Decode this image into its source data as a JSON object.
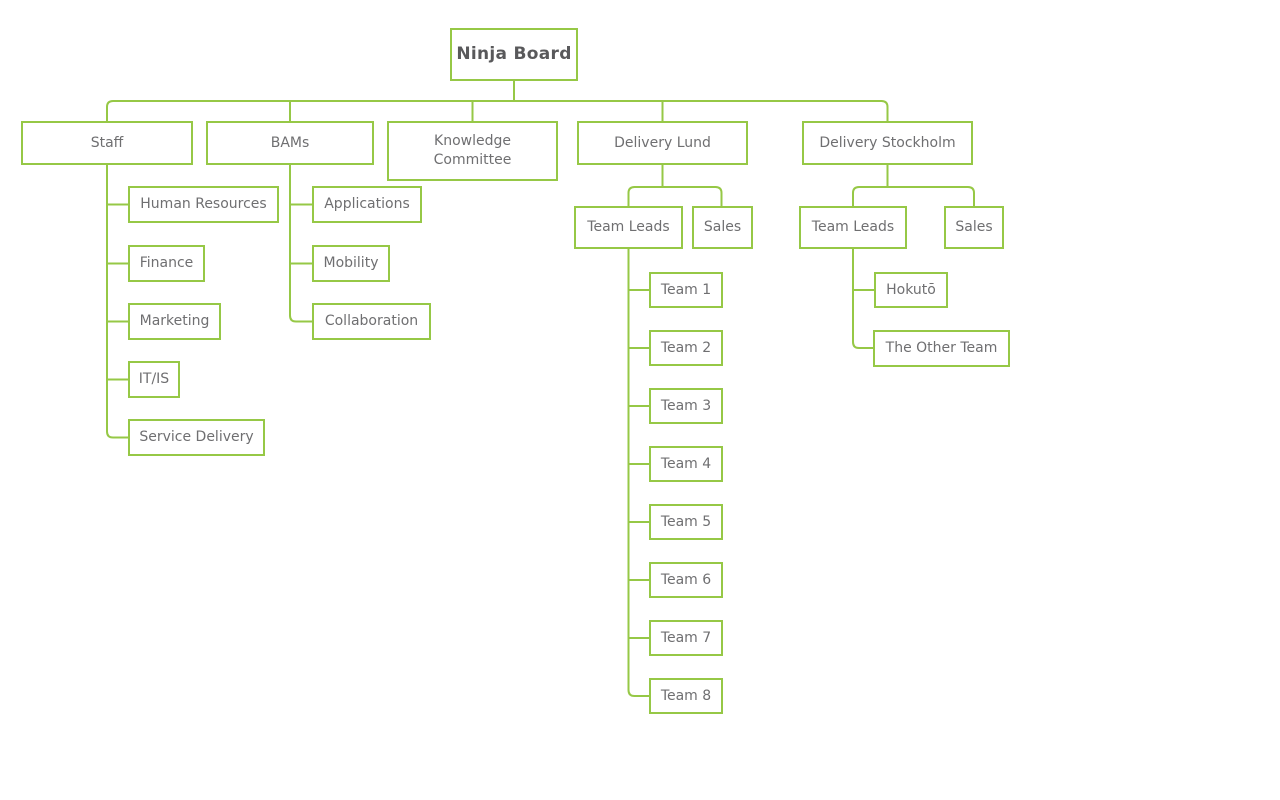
{
  "diagram": {
    "type": "org-chart",
    "accent_color": "#96c846",
    "text_color": "#6f6f71",
    "root_text_color": "#59595b",
    "background_color": "#ffffff"
  },
  "nodes": {
    "ninja_board": {
      "label": "Ninja Board"
    },
    "staff": {
      "label": "Staff"
    },
    "bams": {
      "label": "BAMs"
    },
    "knowledge_committee": {
      "label": "Knowledge Committee"
    },
    "delivery_lund": {
      "label": "Delivery Lund"
    },
    "delivery_stockholm": {
      "label": "Delivery Stockholm"
    },
    "human_resources": {
      "label": "Human Resources"
    },
    "finance": {
      "label": "Finance"
    },
    "marketing": {
      "label": "Marketing"
    },
    "it_is": {
      "label": "IT/IS"
    },
    "service_delivery": {
      "label": "Service Delivery"
    },
    "applications": {
      "label": "Applications"
    },
    "mobility": {
      "label": "Mobility"
    },
    "collaboration": {
      "label": "Collaboration"
    },
    "team_leads_lund": {
      "label": "Team Leads"
    },
    "sales_lund": {
      "label": "Sales"
    },
    "team_1": {
      "label": "Team 1"
    },
    "team_2": {
      "label": "Team 2"
    },
    "team_3": {
      "label": "Team 3"
    },
    "team_4": {
      "label": "Team 4"
    },
    "team_5": {
      "label": "Team 5"
    },
    "team_6": {
      "label": "Team 6"
    },
    "team_7": {
      "label": "Team 7"
    },
    "team_8": {
      "label": "Team 8"
    },
    "team_leads_stockholm": {
      "label": "Team Leads"
    },
    "sales_stockholm": {
      "label": "Sales"
    },
    "hokuto": {
      "label": "Hokutō"
    },
    "the_other_team": {
      "label": "The Other Team"
    }
  },
  "hierarchy": {
    "root": "ninja_board",
    "children": {
      "ninja_board": [
        "staff",
        "bams",
        "knowledge_committee",
        "delivery_lund",
        "delivery_stockholm"
      ],
      "staff": [
        "human_resources",
        "finance",
        "marketing",
        "it_is",
        "service_delivery"
      ],
      "bams": [
        "applications",
        "mobility",
        "collaboration"
      ],
      "knowledge_committee": [],
      "delivery_lund": [
        "team_leads_lund",
        "sales_lund"
      ],
      "team_leads_lund": [
        "team_1",
        "team_2",
        "team_3",
        "team_4",
        "team_5",
        "team_6",
        "team_7",
        "team_8"
      ],
      "delivery_stockholm": [
        "team_leads_stockholm",
        "sales_stockholm"
      ],
      "team_leads_stockholm": [
        "hokuto",
        "the_other_team"
      ]
    }
  }
}
